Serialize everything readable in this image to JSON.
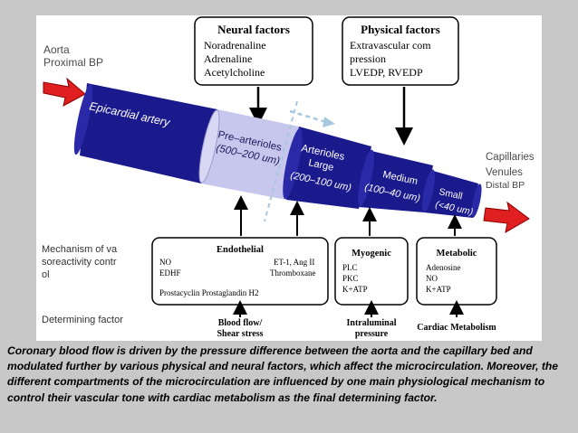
{
  "side_labels": {
    "aorta": "Aorta",
    "proximal_bp": "Proximal BP",
    "capillaries": "Capillaries",
    "venules": "Venules",
    "distal_bp": "Distal BP",
    "mechanism_line1": "Mechanism of va",
    "mechanism_line2": "soreactivity contr",
    "mechanism_line3": "ol",
    "determining_factor": "Determining factor"
  },
  "neural_box": {
    "title": "Neural factors",
    "lines": [
      "Noradrenaline",
      "Adrenaline",
      "Acetylcholine"
    ]
  },
  "physical_box": {
    "title": "Physical factors",
    "lines": [
      "Extravascular com",
      "pression",
      "LVEDP, RVEDP"
    ]
  },
  "vessel_segments": {
    "epicardial": "Epicardial artery",
    "pre_arterioles": [
      "Pre–arterioles",
      "(500–200 um)"
    ],
    "arterioles": [
      "Arterioles",
      "Large",
      "(200–100 um)"
    ],
    "medium": [
      "Medium",
      "(100–40 um)"
    ],
    "small": [
      "Small",
      "(<40 um)"
    ]
  },
  "endothelial_box": {
    "title": "Endothelial",
    "left_lines": [
      "NO",
      "EDHF"
    ],
    "right_lines": [
      "ET-1, Ang II",
      "Thromboxane"
    ],
    "bottom_line": "Prostacyclin  Prostaglandin H2"
  },
  "myogenic_box": {
    "title": "Myogenic",
    "lines": [
      "PLC",
      "PKC",
      "K+ATP"
    ]
  },
  "metabolic_box": {
    "title": "Metabolic",
    "lines": [
      "Adenosine",
      "NO",
      "K+ATP"
    ]
  },
  "determining": {
    "blood_flow": [
      "Blood flow/",
      "Shear stress"
    ],
    "intraluminal": [
      "Intraluminal",
      "pressure"
    ],
    "cardiac": "Cardiac Metabolism"
  },
  "colors": {
    "navy": "#1a1a8c",
    "lavender": "#c7c7ee",
    "red_arrow": "#e02020",
    "dash_arrow": "#a8c8e0"
  },
  "caption": "Coronary blood flow is driven by the pressure difference between the aorta and the capillary bed and modulated further by various physical and neural factors, which affect the microcirculation. Moreover, the different compartments of the microcirculation are influenced by one main physiological mechanism to control their vascular tone with cardiac metabolism as the final determining factor."
}
